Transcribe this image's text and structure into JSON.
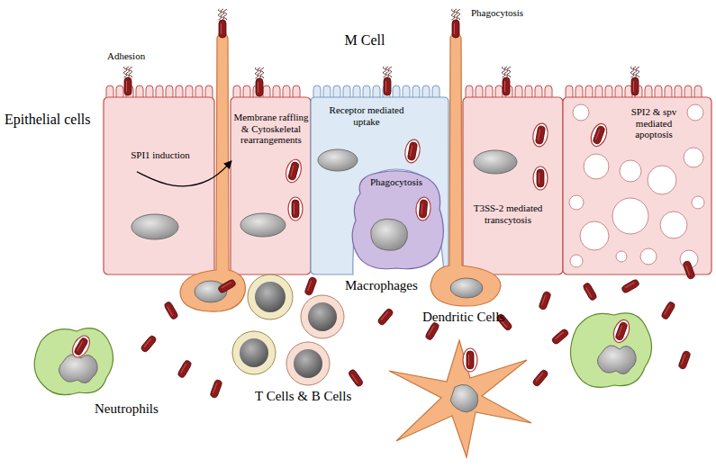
{
  "diagram": {
    "nodes": [
      {
        "text": [
          "SPI1 induction"
        ]
      },
      {
        "text": [
          "Membrane raffling & Cytoskeletal rearrangements"
        ]
      },
      {
        "text": [
          "M Cell",
          "Receptor mediated uptake"
        ]
      },
      {
        "text": [
          "Phagocytosis"
        ],
        "in": 2
      },
      {
        "text": [
          "T3SS-2 mediated transcytosis"
        ]
      },
      {
        "text": [
          "SPI2 & spv mediated apoptosis"
        ]
      }
    ],
    "edges": [
      {
        "from": 0,
        "to": 1,
        "arrow": "to"
      }
    ],
    "labels": [
      "Adhesion",
      "Phagocytosis",
      "Epithelial cells",
      "Macrophages",
      "Dendritic Cells",
      "Neutrophils",
      "T Cells & B Cells"
    ]
  }
}
